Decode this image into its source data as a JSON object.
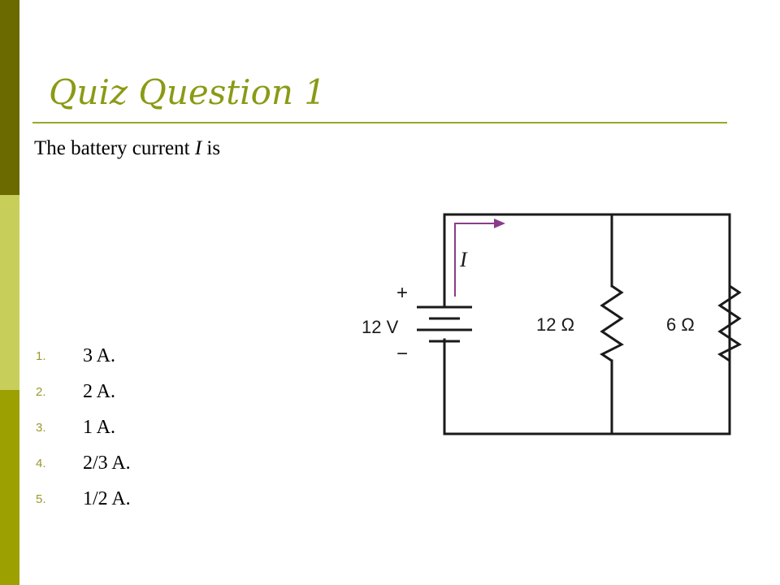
{
  "colors": {
    "accent": "#8b9a14",
    "side_dark": "#6a6a00",
    "side_light": "#c8ce5a",
    "side_mid": "#9ca000",
    "number": "#999a2c",
    "current_arrow": "#8a3c8a",
    "wire": "#1a1a1a"
  },
  "slide": {
    "title": "Quiz Question 1",
    "question_prefix": "The battery current ",
    "question_var": "I",
    "question_suffix": " is"
  },
  "options": [
    {
      "num": "1.",
      "text": "3 A."
    },
    {
      "num": "2.",
      "text": "2 A."
    },
    {
      "num": "3.",
      "text": "1 A."
    },
    {
      "num": "4.",
      "text": "2/3 A."
    },
    {
      "num": "5.",
      "text": "1/2 A."
    }
  ],
  "circuit": {
    "current_label": "I",
    "battery_label": "12 V",
    "plus": "+",
    "minus": "−",
    "resistor1_label": "12 Ω",
    "resistor2_label": "6 Ω"
  }
}
